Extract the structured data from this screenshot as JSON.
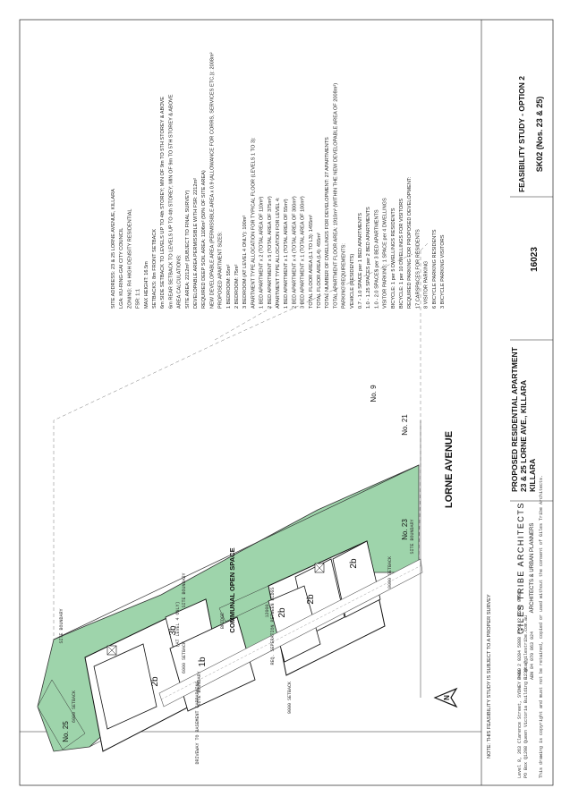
{
  "notes": {
    "lines": [
      "SITE ADDRESS: 23 & 25 LORNE AVENUE, KILLARA",
      "LGA: KU-RING-GAI CITY COUNCIL",
      "ZONING: R4 HIGH DENSITY RESIDENTIAL",
      "FSR: 1:1",
      "MAX HEIGHT: 16.5m",
      "SETBACKS: 8m FRONT SETBACK",
      "6m SIDE SETBACK TO LEVELS UP TO 4th STOREY; MIN OF 9m TO 5TH STOREY & ABOVE",
      "6m REAR SETBACK TO LEVELS UP TO 4th STOREY; MIN OF 9m TO 5TH STOREY & ABOVE",
      "AREA CALCULATIONS:",
      "SITE AREA: 2212m² (SUBJECT TO FINAL SURVEY)",
      "DEVELOPABLE AREA PERMISSIBLE WITH FSR: 2212m²",
      "REQUIRED DEEP SOIL AREA: 1106m² (50% OF SITE AREA)",
      "NEW DEVELOPABLE AREA (PERMISSIBLE AREA x 0.9 (ALLOWANCE FOR CORRS, SERVICES ETC.)): 2008m²",
      "PROPOSED APARTMENT SIZES:",
      "1 BEDROOM: 55m²",
      "2 BEDROOM: 75m²",
      "3 BEDROOM (AT LEVEL 4 ONLY): 100m²",
      "APARTMENT TYPE ALLOCATION FOR TYPICAL FLOOR (LEVELS 1 TO 3):",
      "1 BED APARTMENT x 2 (TOTAL AREA OF 110m²)",
      "2 BED APARTMENT x 5 (TOTAL AREA OF 375m²)",
      "APARTMENT TYPE ALLOCATION FOR LEVEL 4:",
      "1 BED APARTMENT x 1 (TOTAL AREA OF 55m²)",
      "2 BED APARTMENT x 4 (TOTAL AREA OF 300m²)",
      "3 BED APARTMENT x 1 (TOTAL AREA OF 100m²)",
      "TOTAL FLOOR AREA (L1 TO L3): 1455m²",
      "TOTAL FLOOR AREA (L4): 455m²",
      "TOTAL NUMBER OF DWELLINGS FOR DEVELOPMENT: 27 APARTMENTS",
      "TOTAL APARTMENT FLOOR AREA: 1910m² (WITHIN THE NEW DEVELOPABLE AREA OF 2008m²)",
      "PARKING REQUIREMENTS:",
      "VEHICLE (RESIDENTS)",
      "0.7 - 1.0 SPACE per 1 BED APARTMENTS",
      "1.0 - 1.25 SPACES per 2 BED APARTMENTS",
      "1.0 - 2.0 SPACES per 3 BED APARTMENTS",
      "VISITOR PARKING: 1 SPACE per 4 DWELLINGS",
      "BICYCLE: 1 per 5 DWELLINGS RESIDENTS",
      "BICYCLE: 1 per 10 DWELLINGS FOR VISITORS",
      "REQUIRED PARKING FOR PROPOSED DEVELOPMENT:",
      "17 CARSPACES FOR RESIDENTS",
      "8 VISITOR PARKING",
      "6 BICYCLE PARKING RESIDENTS",
      "3 BICYCLE PARKING VISITORS"
    ]
  },
  "plan": {
    "street": "LORNE AVENUE",
    "lots": {
      "no9": "No. 9",
      "no21": "No. 21",
      "no23": "No. 23",
      "no25": "No. 25"
    },
    "site_boundary": "SITE BOUNDARY",
    "communal": "COMMUNAL OPEN SPACE",
    "bridge": "BRIDGE",
    "separation_dim": "12000",
    "separation": "REQ. SEPERATION BETWEEN BLDGS",
    "setback_6000": "6000 SETBACK",
    "setback_9000": "9000 SETBACK",
    "driveway": "DRIVEWAY TO BASEMENT CARPARKING",
    "level4": "(AT LEVEL 4 ONLY)",
    "units": {
      "u2b": "2b",
      "u3b": "3b",
      "u1b": "1b"
    }
  },
  "footer": {
    "survey_note": "NOTE: THIS FEASIBILITY STUDY IS SUBJECT TO A PROPER SURVEY",
    "address": "Level 8, 263 Clarence Street, SYDNEY 2000",
    "po": "PO Box Q1298 Queen Victoria Building 1230",
    "phone": "P+61 2 9284 5888  F+61 2 9284 9988",
    "email": "E: gta@gilestribe.com.au",
    "abn": "ABN 84 070 863 024",
    "copyright": "This drawing is copyright and must not be retained, copied or used without the consent of Giles Tribe Architects."
  },
  "title_block": {
    "firm": "GILES TRIBE ARCHITECTS",
    "firm_sub": "ARCHITECTS & URBAN PLANNERS",
    "project_1": "PROPOSED RESIDENTIAL APARTMENT",
    "project_2": "23 & 25 LORNE AVE., KILLARA",
    "project_3": "KILLARA",
    "study": "FEASIBILITY STUDY - OPTION 2",
    "sheet": "SK02 (Nos. 23 & 25)",
    "job_no": "16023"
  }
}
